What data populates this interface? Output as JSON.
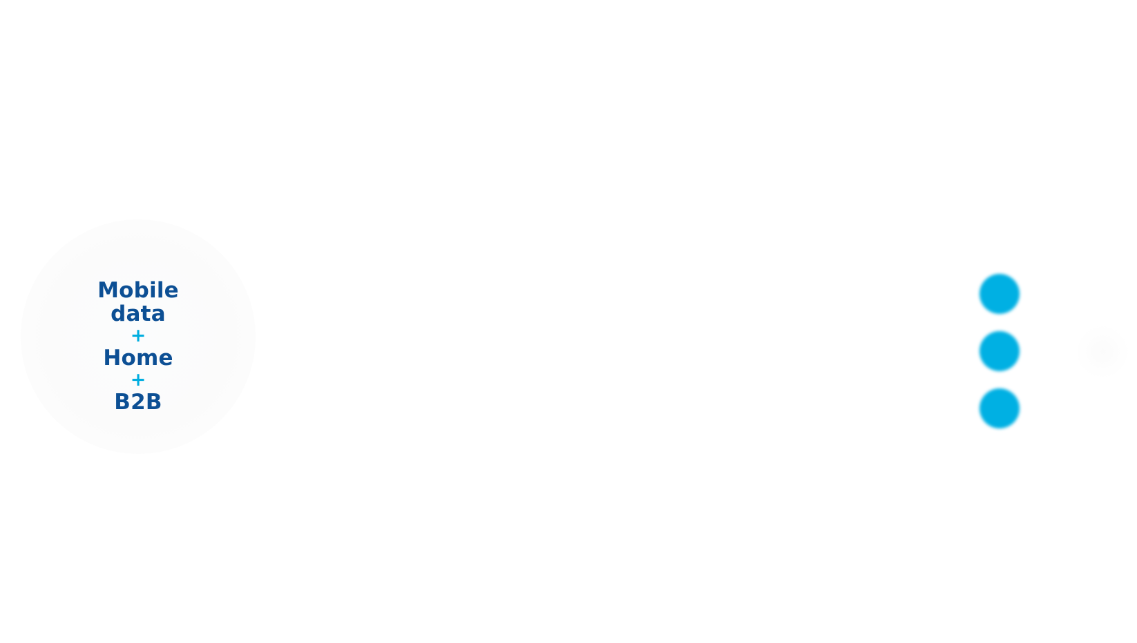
{
  "diagram": {
    "items": [
      {
        "kind": "term",
        "text": "Mobile"
      },
      {
        "kind": "term",
        "text": "data"
      },
      {
        "kind": "plus",
        "text": "+"
      },
      {
        "kind": "term",
        "text": "Home"
      },
      {
        "kind": "plus",
        "text": "+"
      },
      {
        "kind": "term",
        "text": "B2B"
      }
    ],
    "dots_count": 3
  },
  "colors": {
    "term_text": "#0c4f94",
    "plus_text": "#00aee0",
    "dot": "#00b0e3",
    "background": "#ffffff"
  },
  "icons": [
    "more-vertical-dots-icon"
  ]
}
